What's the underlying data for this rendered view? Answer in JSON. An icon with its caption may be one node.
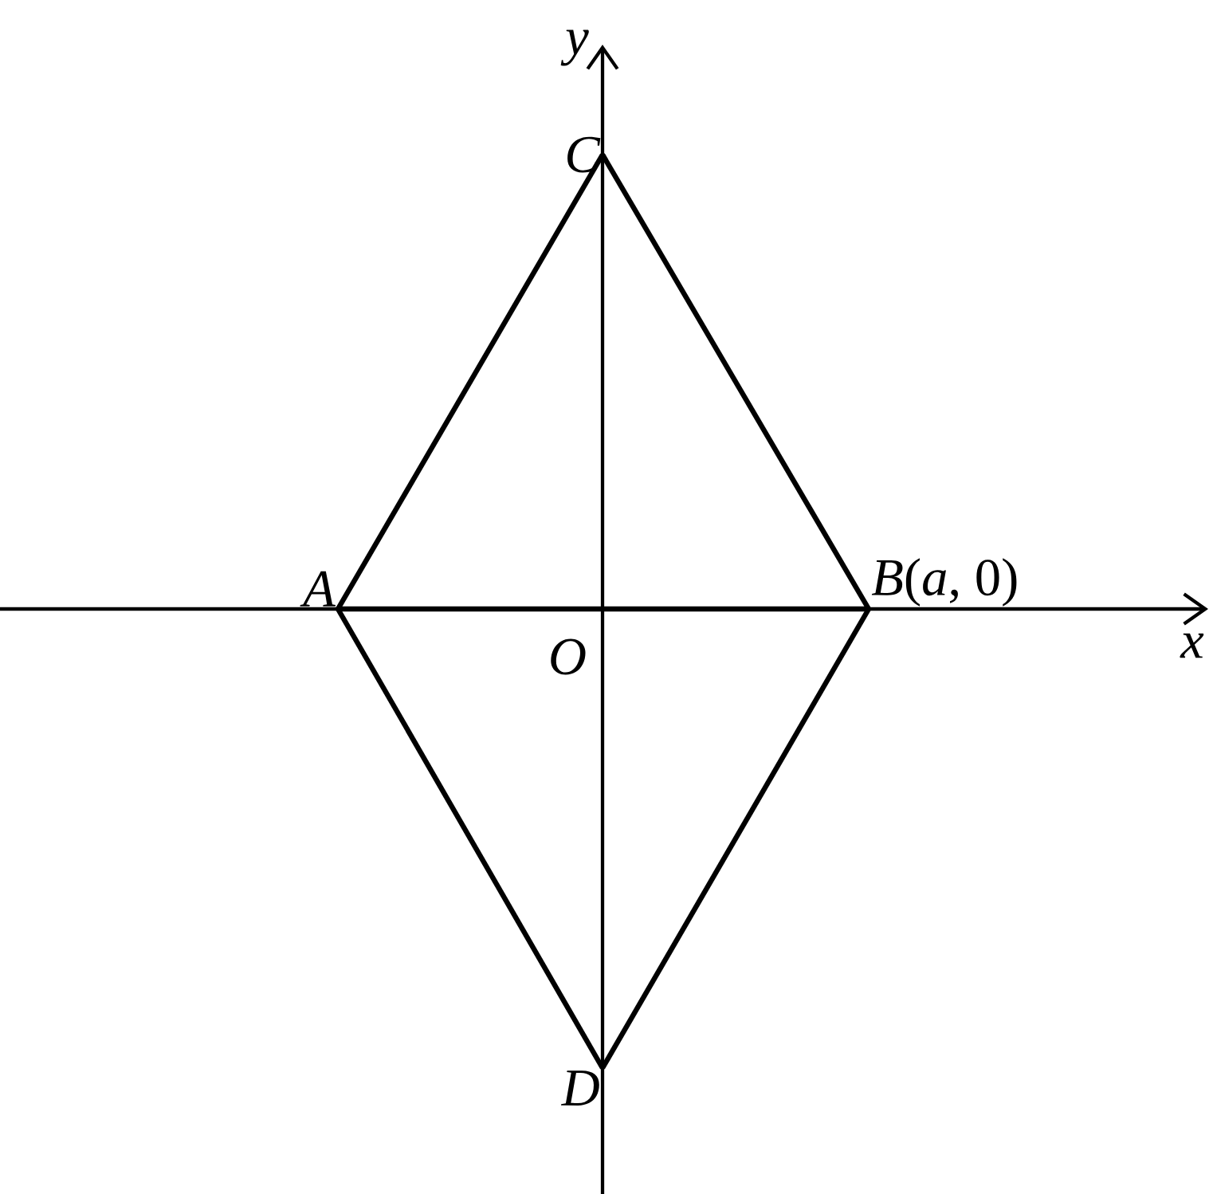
{
  "diagram": {
    "nodes": [
      {
        "text": [
          "A"
        ]
      },
      {
        "text": [
          "*B*(*a*, 0)"
        ]
      },
      {
        "text": [
          "C"
        ]
      },
      {
        "text": [
          "D"
        ]
      }
    ],
    "edges": [
      {
        "from": 0,
        "to": 2,
        "arrow": "none"
      },
      {
        "from": 2,
        "to": 1,
        "arrow": "none"
      },
      {
        "from": 0,
        "to": 1,
        "arrow": "none"
      },
      {
        "from": 0,
        "to": 3,
        "arrow": "none"
      },
      {
        "from": 3,
        "to": 1,
        "arrow": "none"
      }
    ],
    "labels": [
      "y",
      "x",
      "O"
    ]
  }
}
